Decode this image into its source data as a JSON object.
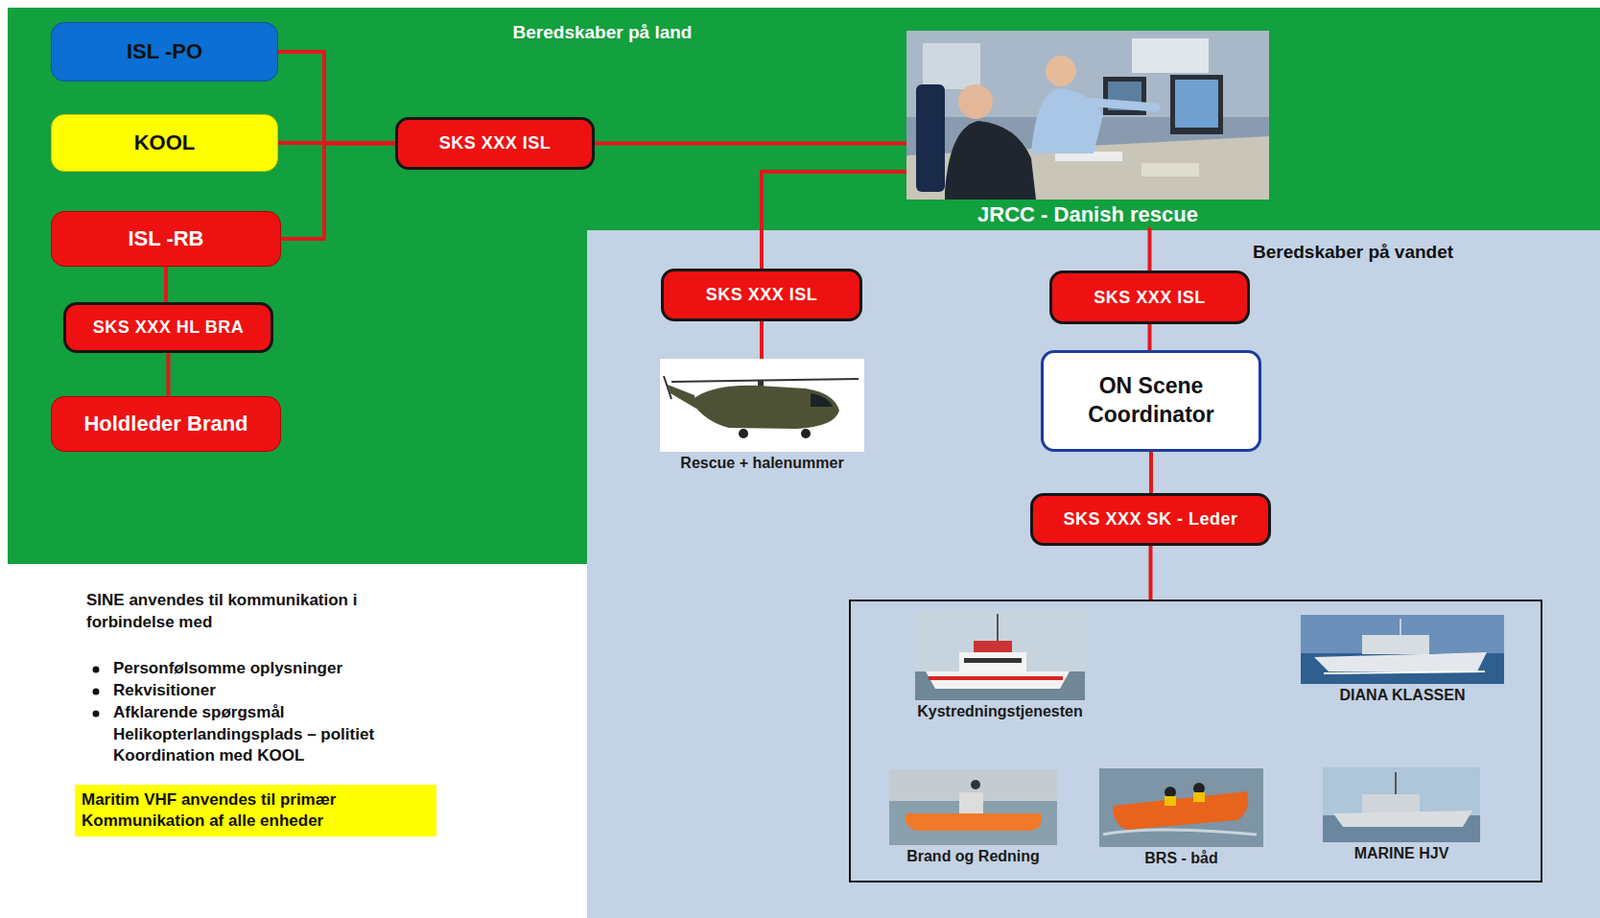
{
  "diagram": {
    "nodes": [
      {
        "text": [
          "ISL -PO"
        ]
      },
      {
        "text": [
          "KOOL"
        ]
      },
      {
        "text": [
          "SKS XXX ISL"
        ]
      },
      {
        "text": [
          "JRCC - Danish rescue"
        ]
      },
      {
        "text": [
          "ISL -RB"
        ]
      },
      {
        "text": [
          "SKS XXX HL BRA"
        ]
      },
      {
        "text": [
          "Holdleder Brand"
        ]
      },
      {
        "text": [
          "SKS XXX ISL"
        ]
      },
      {
        "text": [
          "SKS XXX ISL"
        ]
      },
      {
        "text": [
          "Rescue + halenummer"
        ]
      },
      {
        "text": [
          "ON Scene Coordinator"
        ]
      },
      {
        "text": [
          "SKS XXX SK - Leder"
        ]
      },
      {
        "text": []
      },
      {
        "text": [
          "Kystredningstjenesten"
        ],
        "in": 12
      },
      {
        "text": [
          "DIANA KLASSEN"
        ],
        "in": 12
      },
      {
        "text": [
          "Brand og Redning"
        ],
        "in": 12
      },
      {
        "text": [
          "BRS - båd"
        ],
        "in": 12
      },
      {
        "text": [
          "MARINE HJV"
        ],
        "in": 12
      },
      {
        "text": [
          "Maritim VHF anvendes til primær Kommunikation af alle enheder"
        ]
      }
    ],
    "edges": [
      {
        "from": 0,
        "to": 2,
        "arrow": "none"
      },
      {
        "from": 1,
        "to": 2,
        "arrow": "none"
      },
      {
        "from": 4,
        "to": 2,
        "arrow": "none"
      },
      {
        "from": 2,
        "to": 3,
        "arrow": "none"
      },
      {
        "from": 4,
        "to": 5,
        "arrow": "none"
      },
      {
        "from": 5,
        "to": 6,
        "arrow": "none"
      },
      {
        "from": 3,
        "to": 7,
        "arrow": "none"
      },
      {
        "from": 7,
        "to": 9,
        "arrow": "none"
      },
      {
        "from": 3,
        "to": 8,
        "arrow": "none"
      },
      {
        "from": 8,
        "to": 10,
        "arrow": "none"
      },
      {
        "from": 10,
        "to": 11,
        "arrow": "none"
      },
      {
        "from": 11,
        "to": 12,
        "arrow": "none"
      }
    ],
    "labels": [
      "Beredskaber på land",
      "Beredskaber på vandet",
      "SINE anvendes til kommunikation i forbindelse med",
      "Personfølsomme oplysninger",
      "Rekvisitioner",
      "Afklarende spørgsmål",
      "Helikopterlandingsplads – politiet",
      "Koordination med KOOL"
    ]
  }
}
